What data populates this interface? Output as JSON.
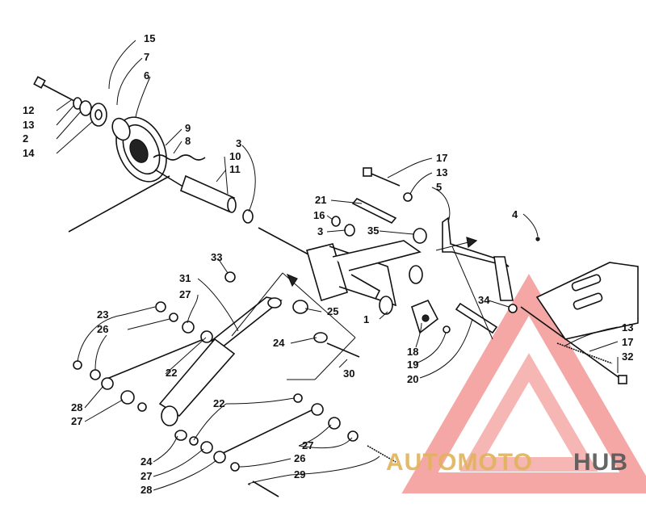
{
  "labels": [
    {
      "text": "15"
    },
    {
      "text": "7"
    },
    {
      "text": "6"
    },
    {
      "text": "12"
    },
    {
      "text": "13"
    },
    {
      "text": "2"
    },
    {
      "text": "14"
    },
    {
      "text": "9"
    },
    {
      "text": "8"
    },
    {
      "text": "3"
    },
    {
      "text": "10"
    },
    {
      "text": "11"
    },
    {
      "text": "17"
    },
    {
      "text": "13"
    },
    {
      "text": "5"
    },
    {
      "text": "21"
    },
    {
      "text": "16"
    },
    {
      "text": "4"
    },
    {
      "text": "3"
    },
    {
      "text": "35"
    },
    {
      "text": "33"
    },
    {
      "text": "31"
    },
    {
      "text": "27"
    },
    {
      "text": "23"
    },
    {
      "text": "26"
    },
    {
      "text": "25"
    },
    {
      "text": "1"
    },
    {
      "text": "34"
    },
    {
      "text": "13"
    },
    {
      "text": "17"
    },
    {
      "text": "32"
    },
    {
      "text": "24"
    },
    {
      "text": "18"
    },
    {
      "text": "19"
    },
    {
      "text": "22"
    },
    {
      "text": "30"
    },
    {
      "text": "20"
    },
    {
      "text": "28"
    },
    {
      "text": "27"
    },
    {
      "text": "22"
    },
    {
      "text": "24"
    },
    {
      "text": "27"
    },
    {
      "text": "27"
    },
    {
      "text": "26"
    },
    {
      "text": "28"
    },
    {
      "text": "29"
    }
  ],
  "watermark": {
    "brand_part1": "AUTOMOTO",
    "brand_part2": "HUB",
    "accent_color": "#e8423c",
    "gold_color": "#e0b25a",
    "gray_color": "#555555"
  }
}
